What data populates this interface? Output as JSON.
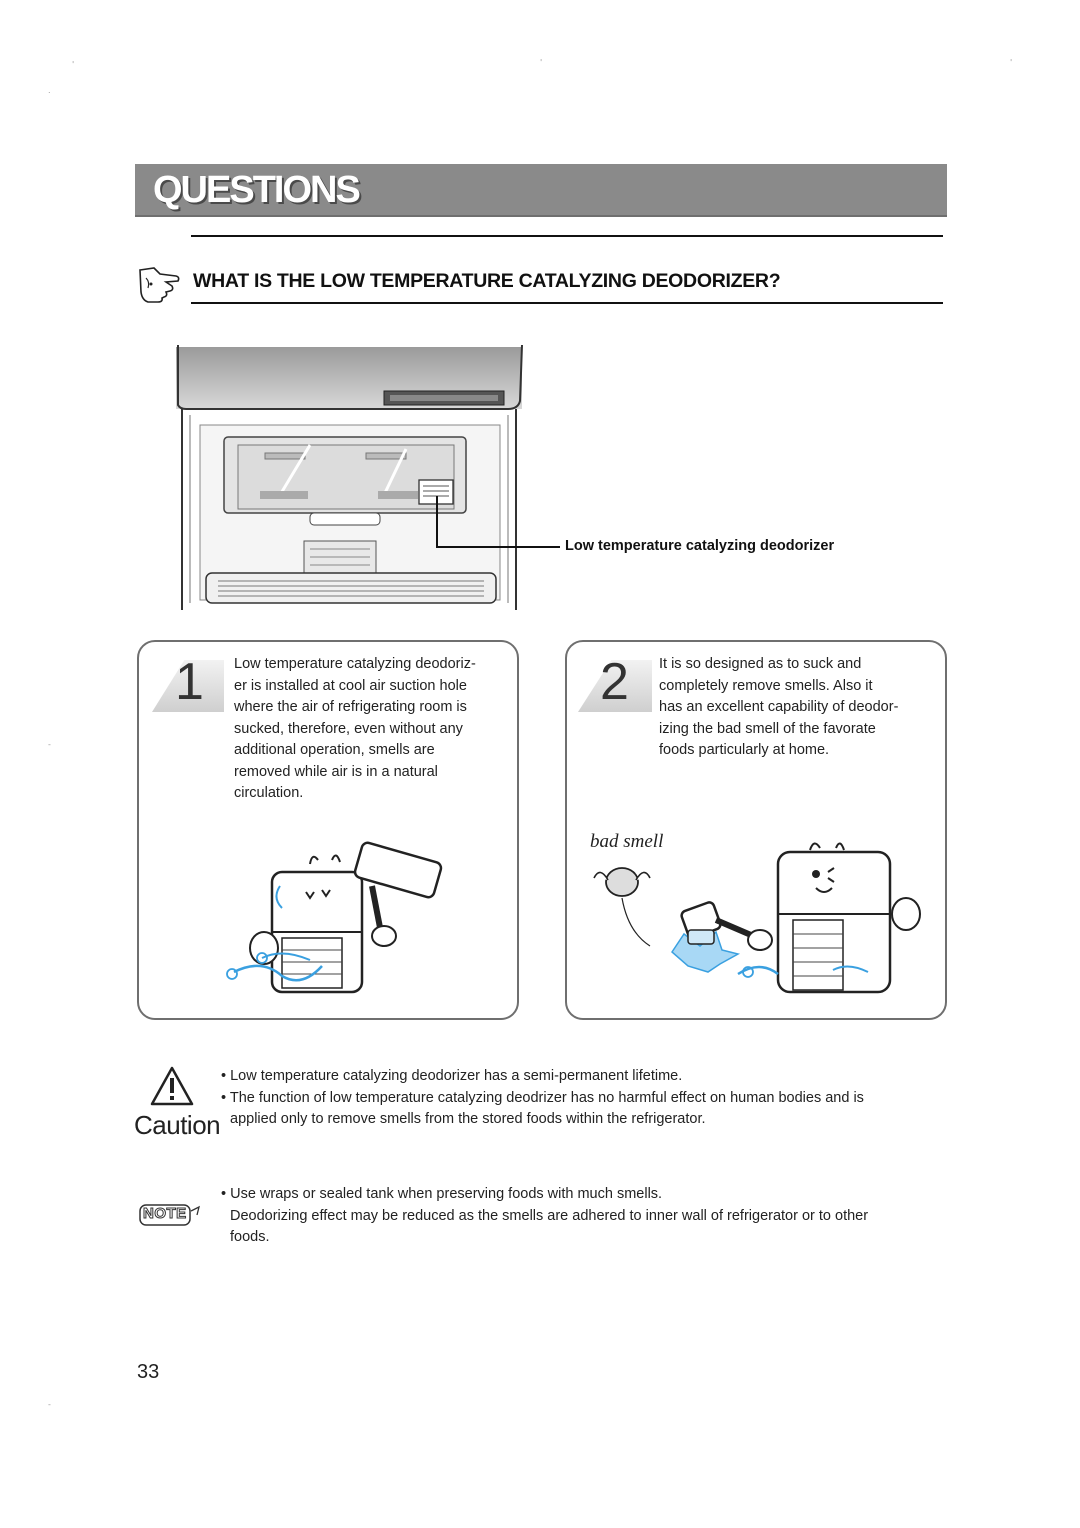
{
  "section": {
    "title": "QUESTIONS"
  },
  "heading": {
    "text": "WHAT IS THE LOW TEMPERATURE CATALYZING DEODORIZER?"
  },
  "figure": {
    "callout_label": "Low temperature catalyzing deodorizer"
  },
  "steps": [
    {
      "number": "1",
      "lines": [
        "Low temperature catalyzing deodoriz-",
        "er is installed at cool air suction hole",
        "where the air of refrigerating room is",
        "sucked, therefore, even without any",
        "additional operation, smells are",
        "removed while air is in a natural",
        "circulation."
      ]
    },
    {
      "number": "2",
      "lines": [
        "It is so designed as to suck and",
        "completely remove  smells. Also it",
        "has an excellent capability of deodor-",
        "izing the bad smell of the favorate",
        "foods particularly at home."
      ],
      "illustration_label": "bad smell"
    }
  ],
  "caution": {
    "label": "Caution",
    "bullets": [
      "• Low temperature catalyzing deodorizer has a semi-permanent lifetime.",
      "• The function of low temperature catalyzing deodrizer has no harmful effect on human bodies and is",
      "applied only to remove smells from the stored foods within the refrigerator."
    ]
  },
  "note": {
    "label": "NOTE",
    "lines": [
      "• Use wraps or sealed tank when preserving foods with much smells.",
      "Deodorizing effect  may be reduced as the smells are adhered to inner wall of refrigerator or to other",
      "foods."
    ]
  },
  "page_number": "33",
  "colors": {
    "banner": "#8a8a8a",
    "box_border": "#6f6f6f",
    "water_blue": "#3aa0e0"
  }
}
